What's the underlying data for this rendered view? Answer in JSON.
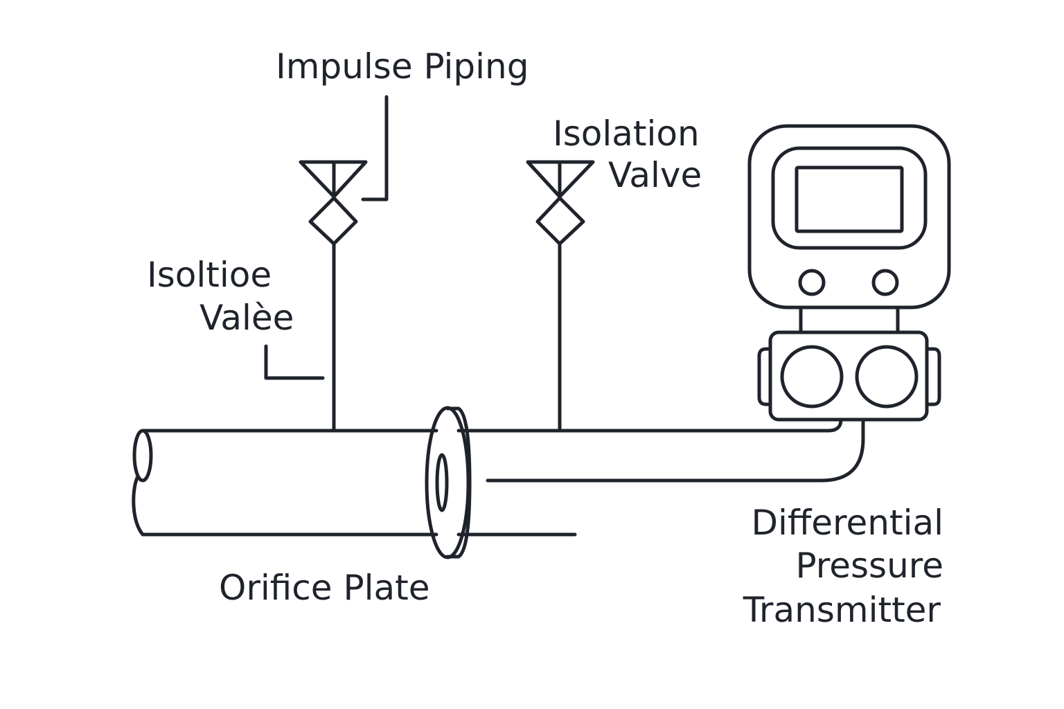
{
  "labels": {
    "impulse_piping": "Impulse Piping",
    "isolation_valve_right_line1": "Isolation",
    "isolation_valve_right_line2": "Valve",
    "isolation_valve_left_line1": "Isoltioe",
    "isolation_valve_left_line2": "Valѐe",
    "orifice_plate": "Orifice Plate",
    "transmitter_line1": "Differential",
    "transmitter_line2": "Pressure",
    "transmitter_line3": "Transmitter"
  },
  "colors": {
    "line": "#1f232b",
    "background": "#ffffff"
  }
}
